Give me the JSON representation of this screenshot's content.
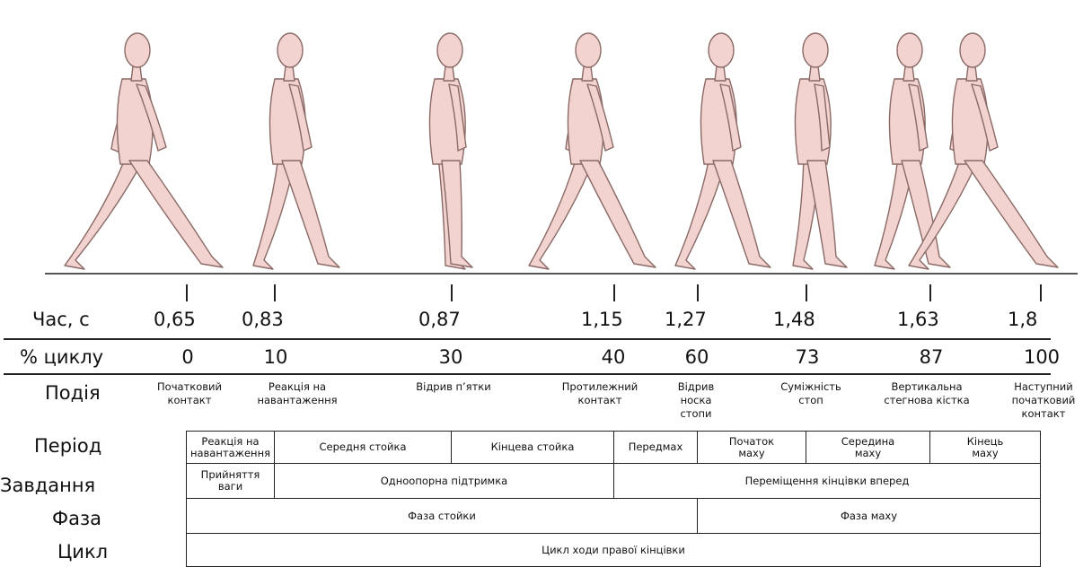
{
  "row_labels": {
    "time": "Час, с",
    "percent": "% циклу",
    "event": "Подія",
    "period": "Період",
    "task": "Завдання",
    "phase": "Фаза",
    "cycle": "Цикл"
  },
  "times": [
    "0,65",
    "0,83",
    "0,87",
    "1,15",
    "1,27",
    "1,48",
    "1,63",
    "1,8"
  ],
  "percents": [
    "0",
    "10",
    "30",
    "40",
    "60",
    "73",
    "87",
    "100"
  ],
  "events": [
    "Початковий\nконтакт",
    "Реакція на\nнавантаження",
    "Відрив п’ятки",
    "Протилежний\nконтакт",
    "Відрив\nноска\nстопи",
    "Суміжність\nстоп",
    "Вертикальна\nстегнова кістка",
    "Наступний\nпочатковий\nконтакт"
  ],
  "periods": [
    "Реакція на\nнавантаження",
    "Середня стойка",
    "Кінцева стойка",
    "Передмах",
    "Початок\nмаху",
    "Середина\nмаху",
    "Кінець\nмаху"
  ],
  "tasks": [
    "Прийняття\nваги",
    "Одноопорна підтримка",
    "Переміщення кінцівки вперед"
  ],
  "phases": [
    "Фаза стойки",
    "Фаза маху"
  ],
  "cycle": "Цикл ходи правої кінцівки",
  "colors": {
    "figure_fill": "#f2d3cf",
    "figure_stroke": "#8a6a66",
    "line": "#222222"
  }
}
